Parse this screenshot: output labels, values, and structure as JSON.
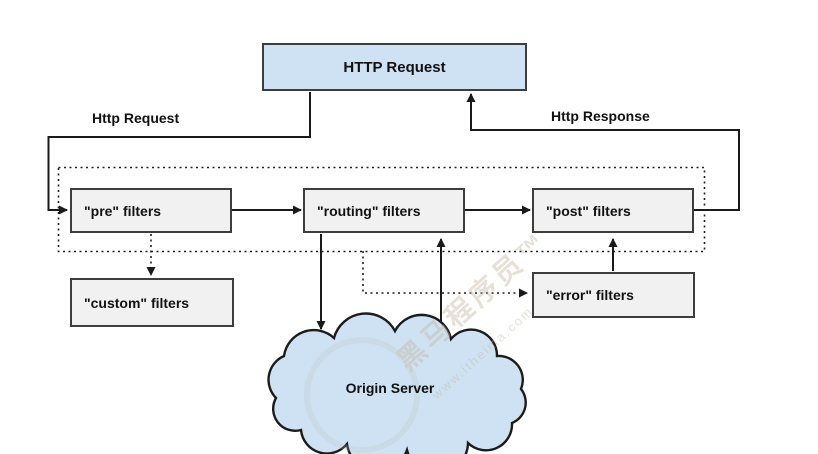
{
  "nodes": {
    "http_request": "HTTP Request",
    "pre": "\"pre\" filters",
    "routing": "\"routing\" filters",
    "post": "\"post\" filters",
    "custom": "\"custom\" filters",
    "error": "\"error\" filters",
    "origin": "Origin Server"
  },
  "edge_labels": {
    "request": "Http Request",
    "response": "Http Response"
  },
  "watermark": {
    "text": "黑马程序员™",
    "url": "www.itheima.com"
  },
  "colors": {
    "node_blue_fill": "#cfe2f3",
    "node_gray_fill": "#f1f1f1",
    "node_border": "#3d3d3d",
    "line": "#1a1a1a",
    "watermark": "#c2b49e"
  }
}
